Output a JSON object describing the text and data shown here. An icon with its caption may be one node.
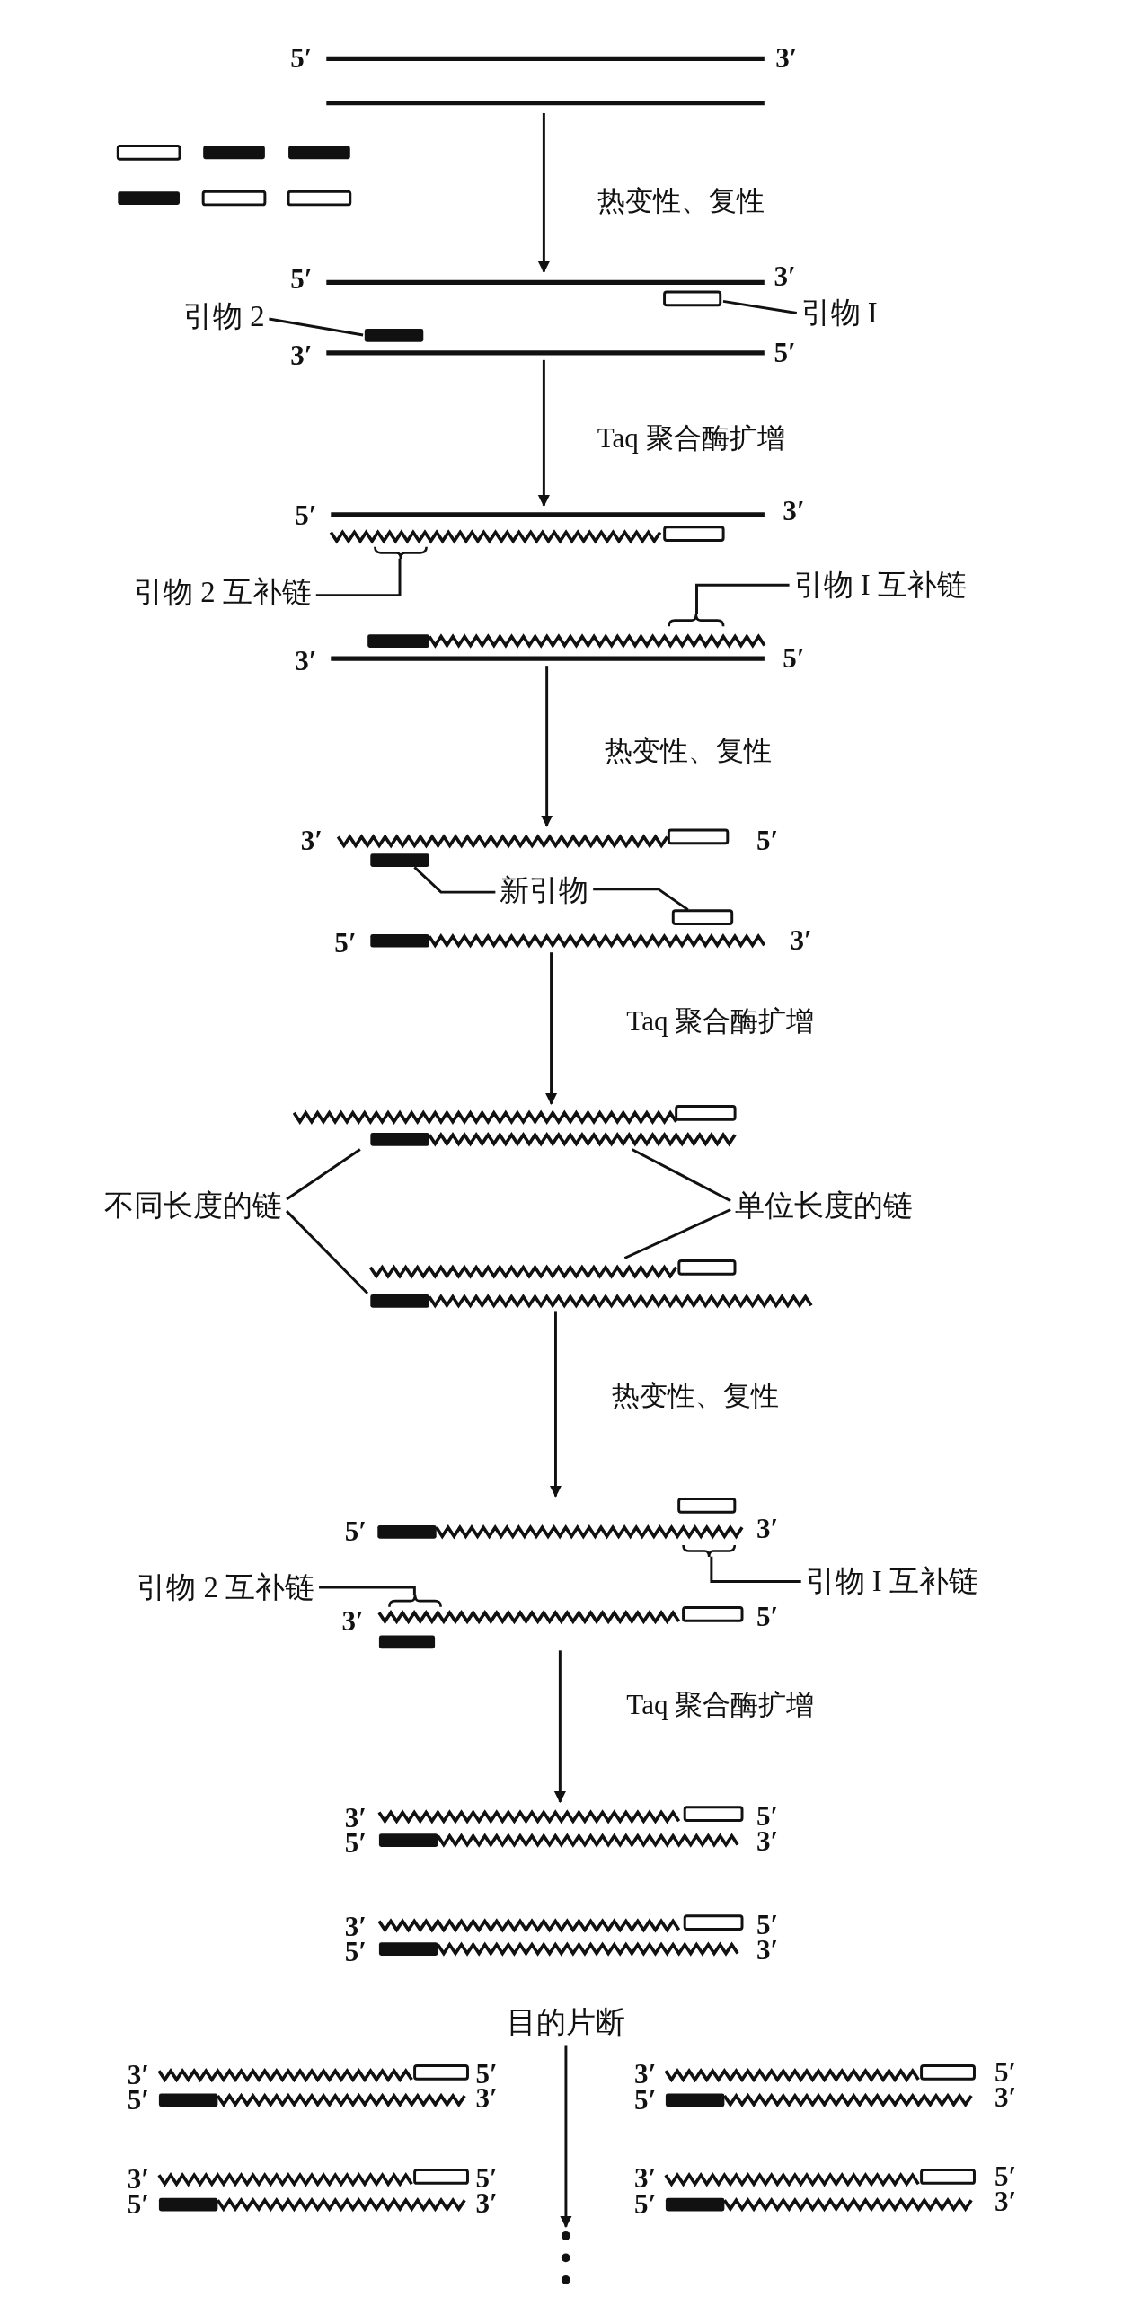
{
  "diagram": {
    "nodes": [
      {
        "text": [],
        "shape": "picture"
      },
      {
        "text": [],
        "shape": "picture"
      },
      {
        "text": [],
        "shape": "picture"
      },
      {
        "text": [
          "引物 2"
        ]
      },
      {
        "text": [
          "引物 I"
        ]
      },
      {
        "text": [],
        "shape": "picture"
      },
      {
        "text": [
          "引物 2 互补链"
        ]
      },
      {
        "text": [
          "引物 I 互补链"
        ]
      },
      {
        "text": [],
        "shape": "picture"
      },
      {
        "text": [],
        "shape": "picture"
      },
      {
        "text": [
          "新引物"
        ]
      },
      {
        "text": [],
        "shape": "picture"
      },
      {
        "text": [],
        "shape": "picture"
      },
      {
        "text": [
          "不同长度的链"
        ]
      },
      {
        "text": [
          "单位长度的链"
        ]
      },
      {
        "text": [],
        "shape": "picture"
      },
      {
        "text": [
          "引物 2 互补链"
        ]
      },
      {
        "text": [
          "引物 I 互补链"
        ]
      },
      {
        "text": [],
        "shape": "picture",
        "beside": [
          "目的片断"
        ]
      },
      {
        "text": [],
        "shape": "picture"
      },
      {
        "text": [],
        "shape": "picture"
      },
      {
        "text": [],
        "shape": "picture"
      }
    ],
    "edges": [
      {
        "from": 0,
        "to": 2,
        "arrow": "to",
        "label": "热变性、复性"
      },
      {
        "from": 2,
        "to": 5,
        "arrow": "to",
        "label": "Taq 聚合酶扩增"
      },
      {
        "from": 5,
        "to": 8,
        "arrow": "to",
        "label": "热变性、复性"
      },
      {
        "from": 9,
        "to": 11,
        "arrow": "to",
        "label": "Taq 聚合酶扩增"
      },
      {
        "from": 12,
        "to": 15,
        "arrow": "to",
        "label": "热变性、复性"
      },
      {
        "from": 15,
        "to": 18,
        "arrow": "to",
        "label": "Taq 聚合酶扩增"
      },
      {
        "from": 18,
        "to": 21,
        "arrow": "to"
      },
      {
        "from": 3,
        "to": 2,
        "arrow": "none"
      },
      {
        "from": 4,
        "to": 2,
        "arrow": "none"
      },
      {
        "from": 6,
        "to": 5,
        "arrow": "none"
      },
      {
        "from": 7,
        "to": 5,
        "arrow": "none"
      },
      {
        "from": 10,
        "to": 8,
        "arrow": "none"
      },
      {
        "from": 10,
        "to": 9,
        "arrow": "none"
      },
      {
        "from": 13,
        "to": 11,
        "arrow": "none"
      },
      {
        "from": 13,
        "to": 12,
        "arrow": "none"
      },
      {
        "from": 14,
        "to": 11,
        "arrow": "none"
      },
      {
        "from": 14,
        "to": 12,
        "arrow": "none"
      },
      {
        "from": 16,
        "to": 15,
        "arrow": "none"
      },
      {
        "from": 17,
        "to": 15,
        "arrow": "none"
      }
    ],
    "labels": [
      "5′",
      "3′",
      "5′",
      "3′",
      "3′",
      "5′",
      "5′",
      "3′",
      "3′",
      "5′",
      "3′",
      "5′",
      "5′",
      "3′",
      "5′",
      "3′",
      "3′",
      "5′",
      "3′",
      "5′",
      "5′",
      "3′",
      "3′",
      "5′",
      "5′",
      "3′",
      "3′",
      "5′",
      "3′",
      "5′",
      "5′",
      "3′",
      "5′",
      "3′",
      "3′",
      "5′",
      "3′",
      "5′",
      "5′",
      "3′",
      "5′",
      "3′"
    ]
  }
}
